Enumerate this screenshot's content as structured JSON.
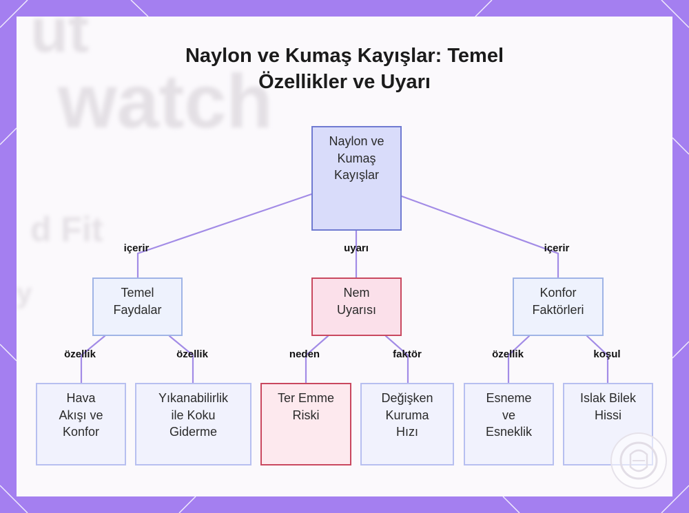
{
  "title_line1": "Naylon ve Kumaş Kayışlar: Temel",
  "title_line2": "Özellikler ve Uyarı",
  "background_text": {
    "a": "ut",
    "b": "watch",
    "c": "d Fit",
    "d": "y"
  },
  "nodes": {
    "root": [
      "Naylon ve",
      "Kumaş",
      "Kayışlar"
    ],
    "basic_benefits": [
      "Temel",
      "Faydalar"
    ],
    "moisture_warning": [
      "Nem",
      "Uyarısı"
    ],
    "comfort_factors": [
      "Konfor",
      "Faktörleri"
    ],
    "airflow": [
      "Hava",
      "Akışı ve",
      "Konfor"
    ],
    "washability": [
      "Yıkanabilirlik",
      "ile Koku",
      "Giderme"
    ],
    "sweat_absorption": [
      "Ter Emme",
      "Riski"
    ],
    "drying_speed": [
      "Değişken",
      "Kuruma",
      "Hızı"
    ],
    "stretch": [
      "Esneme",
      "ve",
      "Esneklik"
    ],
    "wet_wrist": [
      "Islak Bilek",
      "Hissi"
    ]
  },
  "edge_labels": {
    "root_basic": "içerir",
    "root_warning": "uyarı",
    "root_comfort": "içerir",
    "basic_airflow": "özellik",
    "basic_wash": "özellik",
    "warning_sweat": "neden",
    "warning_drying": "faktör",
    "comfort_stretch": "özellik",
    "comfort_wet": "koşul"
  },
  "colors": {
    "frame": "#a47ff0",
    "edge": "#a28be6",
    "root_fill": "#d9dcfa",
    "warning_border": "#c9485f"
  }
}
